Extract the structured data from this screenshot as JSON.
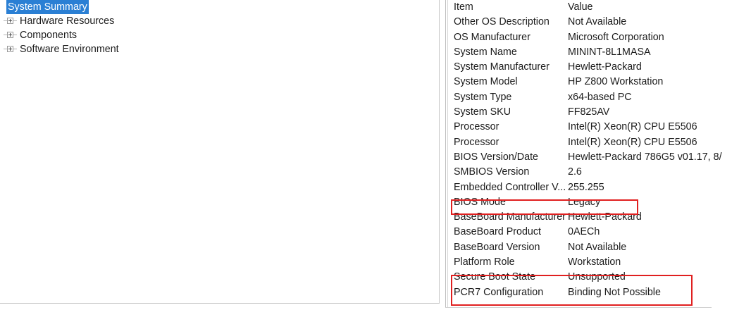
{
  "tree": {
    "root": {
      "label": "System Summary",
      "selected": true
    },
    "children": [
      {
        "label": "Hardware Resources",
        "expander": "plus-box-icon"
      },
      {
        "label": "Components",
        "expander": "plus-box-icon"
      },
      {
        "label": "Software Environment",
        "expander": "plus-box-icon"
      }
    ]
  },
  "details": {
    "columns": {
      "item": "Item",
      "value": "Value"
    },
    "rows": [
      {
        "item": "Other OS Description",
        "value": "Not Available"
      },
      {
        "item": "OS Manufacturer",
        "value": "Microsoft Corporation"
      },
      {
        "item": "System Name",
        "value": "MININT-8L1MASA"
      },
      {
        "item": "System Manufacturer",
        "value": "Hewlett-Packard"
      },
      {
        "item": "System Model",
        "value": "HP Z800 Workstation"
      },
      {
        "item": "System Type",
        "value": "x64-based PC"
      },
      {
        "item": "System SKU",
        "value": "FF825AV"
      },
      {
        "item": "Processor",
        "value": "Intel(R) Xeon(R) CPU          E5506"
      },
      {
        "item": "Processor",
        "value": "Intel(R) Xeon(R) CPU          E5506"
      },
      {
        "item": "BIOS Version/Date",
        "value": "Hewlett-Packard 786G5 v01.17, 8/"
      },
      {
        "item": "SMBIOS Version",
        "value": "2.6"
      },
      {
        "item": "Embedded Controller V...",
        "value": "255.255"
      },
      {
        "item": "BIOS Mode",
        "value": "Legacy"
      },
      {
        "item": "BaseBoard Manufacturer",
        "value": "Hewlett-Packard"
      },
      {
        "item": "BaseBoard Product",
        "value": "0AECh"
      },
      {
        "item": "BaseBoard Version",
        "value": "Not Available"
      },
      {
        "item": "Platform Role",
        "value": "Workstation"
      },
      {
        "item": "Secure Boot State",
        "value": "Unsupported"
      },
      {
        "item": "PCR7 Configuration",
        "value": "Binding Not Possible"
      }
    ]
  },
  "annotations": {
    "highlight_color": "#e02020",
    "boxes": [
      {
        "name": "bios-mode-highlight",
        "targets": [
          "BIOS Mode"
        ]
      },
      {
        "name": "secure-boot-highlight",
        "targets": [
          "Secure Boot State",
          "PCR7 Configuration"
        ]
      }
    ]
  },
  "colors": {
    "selection_background": "#2a7fd4",
    "selection_text": "#ffffff",
    "text": "#1b1b1b",
    "panel_border": "#c8c8c8"
  }
}
